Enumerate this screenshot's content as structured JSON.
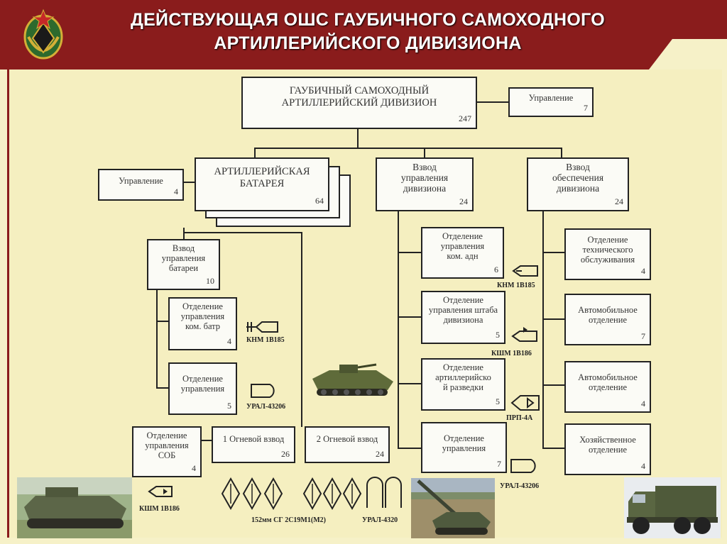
{
  "header": {
    "title_line1": "ДЕЙСТВУЮЩАЯ ОШС ГАУБИЧНОГО САМОХОДНОГО",
    "title_line2": "АРТИЛЛЕРИЙСКОГО ДИВИЗИОНА",
    "emblem_icon": "army-emblem-icon",
    "colors": {
      "header": "#8a1c1c",
      "panel": "#f5efc0"
    }
  },
  "nodes": {
    "division": {
      "line1": "ГАУБИЧНЫЙ САМОХОДНЫЙ",
      "line2": "АРТИЛЛЕРИЙСКИЙ ДИВИЗИОН",
      "count": "247"
    },
    "div_control": {
      "label": "Управление",
      "count": "7"
    },
    "battery": {
      "line1": "АРТИЛЛЕРИЙСКАЯ",
      "line2": "БАТАРЕЯ",
      "count": "64"
    },
    "battery_control": {
      "label": "Управление",
      "count": "4"
    },
    "control_platoon": {
      "line1": "Взвод",
      "line2": "управления",
      "line3": "дивизиона",
      "count": "24"
    },
    "support_platoon": {
      "line1": "Взвод",
      "line2": "обеспечения",
      "line3": "дивизиона",
      "count": "24"
    },
    "battery_ctrl_platoon": {
      "line1": "Взвод",
      "line2": "управления",
      "line3": "батареи",
      "count": "10"
    },
    "sq_cmd_batr": {
      "line1": "Отделение",
      "line2": "управления",
      "line3": "ком. батр",
      "count": "4"
    },
    "sq_ctrl_batr": {
      "line1": "Отделение",
      "line2": "управления",
      "count": "5"
    },
    "sq_sob": {
      "line1": "Отделение",
      "line2": "управления",
      "line3": "СОБ",
      "count": "4"
    },
    "fire_platoon_1": {
      "label": "1 Огневой взвод",
      "count": "26"
    },
    "fire_platoon_2": {
      "label": "2 Огневой взвод",
      "count": "24"
    },
    "sq_cmd_adn": {
      "line1": "Отделение",
      "line2": "управления",
      "line3": "ком. адн",
      "count": "6"
    },
    "sq_staff": {
      "line1": "Отделение",
      "line2": "управления штаба",
      "line3": "дивизиона",
      "count": "5"
    },
    "sq_recon": {
      "line1": "Отделение",
      "line2": "артиллерийско",
      "line3": "й разведки",
      "count": "5"
    },
    "sq_ctrl_div": {
      "line1": "Отделение",
      "line2": "управления",
      "count": "7"
    },
    "sq_tech": {
      "line1": "Отделение",
      "line2": "технического",
      "line3": "обслуживания",
      "count": "4"
    },
    "sq_auto_1": {
      "line1": "Автомобильное",
      "line2": "отделение",
      "count": "7"
    },
    "sq_auto_2": {
      "line1": "Автомобильное",
      "line2": "отделение",
      "count": "4"
    },
    "sq_household": {
      "line1": "Хозяйственное",
      "line2": "отделение",
      "count": "4"
    }
  },
  "captions": {
    "knm_left": "КНМ 1В185",
    "ural_left": "УРАЛ-43206",
    "kshm_bottom": "КШМ 1В186",
    "howitzer": "152мм СГ 2С19М1(М2)",
    "ural_bottom": "УРАЛ-4320",
    "knm_right": "КНМ 1В185",
    "kshm_right": "КШМ 1В186",
    "prp": "ПРП-4А",
    "ural_right": "УРАЛ-43206"
  }
}
